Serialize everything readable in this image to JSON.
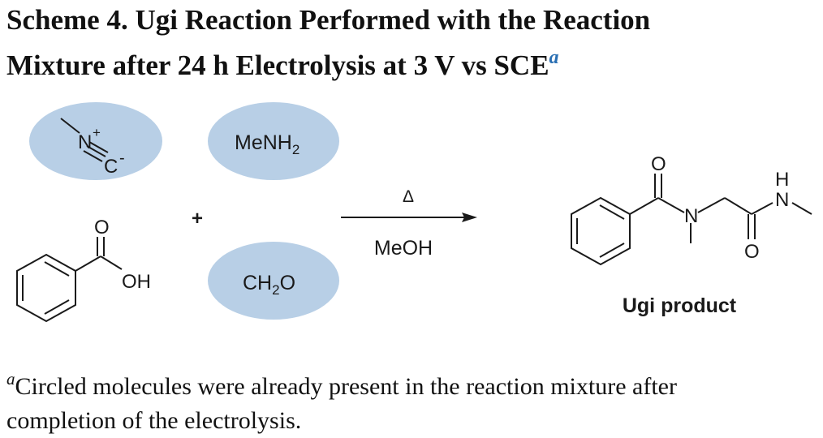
{
  "caption": {
    "line1": "Scheme 4. Ugi Reaction Performed with the Reaction",
    "line2": "Mixture after 24 h Electrolysis at 3 V vs SCE",
    "footnote_marker": "a"
  },
  "colors": {
    "highlight": "#b8cfe6",
    "ink": "#1a1a1a",
    "link": "#2a6fb3"
  },
  "isocyanide": {
    "n_label": "N",
    "n_charge": "+",
    "c_label": "C",
    "c_charge": "-"
  },
  "reagents": {
    "amine_label": "MeNH",
    "amine_subscript": "2",
    "aldehyde_prefix": "CH",
    "aldehyde_subscript": "2",
    "aldehyde_suffix": "O"
  },
  "benzoic_acid": {
    "carbonyl_o": "O",
    "hydroxyl": "OH"
  },
  "plus_sign": "+",
  "arrow": {
    "above": "Δ",
    "below": "MeOH"
  },
  "product": {
    "carbonyl_o_1": "O",
    "amide_n": "N",
    "carbonyl_o_2": "O",
    "nh_n": "N",
    "nh_h": "H",
    "label": "Ugi product"
  },
  "footnote": {
    "marker": "a",
    "line1": "Circled molecules were already present in the reaction mixture after",
    "line2": "completion of the electrolysis."
  }
}
